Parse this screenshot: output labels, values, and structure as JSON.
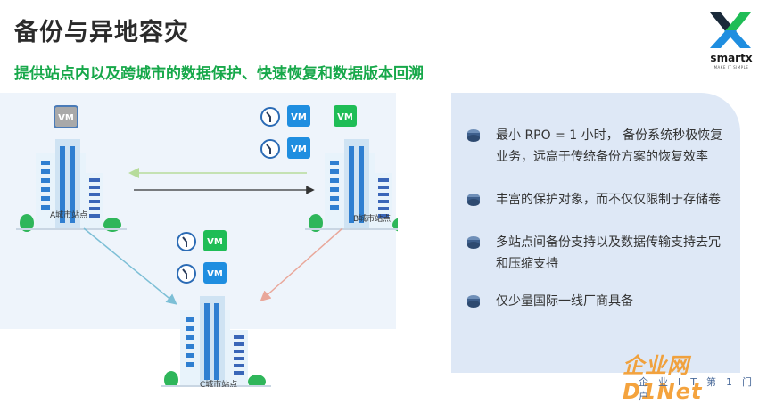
{
  "slide": {
    "title": "备份与异地容灾",
    "subtitle": "提供站点内以及跨城市的数据保护、快速恢复和数据版本回溯"
  },
  "logo": {
    "name": "smartx",
    "tagline": "MAKE IT SIMPLE"
  },
  "diagram": {
    "sites": [
      "A城市站点",
      "B城市站点",
      "C城市站点"
    ],
    "vm_label": "VM",
    "colors": {
      "vm_blue": "#1f8ee0",
      "vm_green": "#1fbd56",
      "vm_gray": "#a9a9a9",
      "arrow_green": "#b7dc9b",
      "arrow_dark": "#333333",
      "arrow_teal": "#7dbfd6",
      "arrow_red": "#e9a79a"
    }
  },
  "bullets": [
    "最小 RPO = 1 小时， 备份系统秒极恢复业务，远高于传统备份方案的恢复效率",
    "丰富的保护对象，而不仅仅限制于存储卷",
    "多站点间备份支持以及数据传输支持去冗和压缩支持",
    "仅少量国际一线厂商具备"
  ],
  "watermark": {
    "brand": "企业网D1Net",
    "tagline": "企业IT第1门户"
  }
}
